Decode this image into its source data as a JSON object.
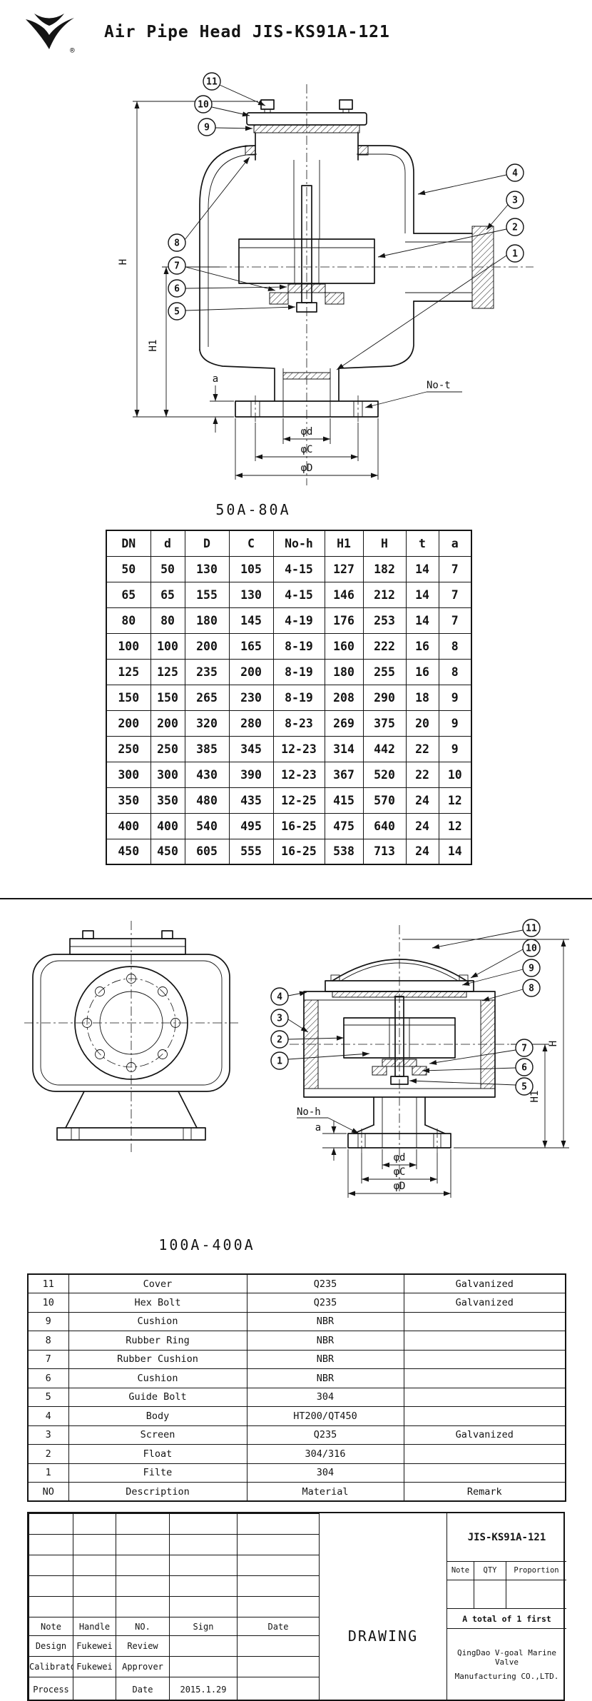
{
  "header": {
    "title": "Air Pipe Head JIS-KS91A-121",
    "registered_mark": "®"
  },
  "drawing_small": {
    "caption": "50A-80A",
    "balloons": [
      "11",
      "10",
      "9",
      "8",
      "7",
      "6",
      "5",
      "4",
      "3",
      "2",
      "1"
    ],
    "dims": {
      "H": "H",
      "H1": "H1",
      "a": "a",
      "no_t": "No-t",
      "phi_d": "φd",
      "phi_C": "φC",
      "phi_D": "φD"
    }
  },
  "dimension_table": {
    "headers": [
      "DN",
      "d",
      "D",
      "C",
      "No-h",
      "H1",
      "H",
      "t",
      "a"
    ],
    "rows": [
      [
        "50",
        "50",
        "130",
        "105",
        "4-15",
        "127",
        "182",
        "14",
        "7"
      ],
      [
        "65",
        "65",
        "155",
        "130",
        "4-15",
        "146",
        "212",
        "14",
        "7"
      ],
      [
        "80",
        "80",
        "180",
        "145",
        "4-19",
        "176",
        "253",
        "14",
        "7"
      ],
      [
        "100",
        "100",
        "200",
        "165",
        "8-19",
        "160",
        "222",
        "16",
        "8"
      ],
      [
        "125",
        "125",
        "235",
        "200",
        "8-19",
        "180",
        "255",
        "16",
        "8"
      ],
      [
        "150",
        "150",
        "265",
        "230",
        "8-19",
        "208",
        "290",
        "18",
        "9"
      ],
      [
        "200",
        "200",
        "320",
        "280",
        "8-23",
        "269",
        "375",
        "20",
        "9"
      ],
      [
        "250",
        "250",
        "385",
        "345",
        "12-23",
        "314",
        "442",
        "22",
        "9"
      ],
      [
        "300",
        "300",
        "430",
        "390",
        "12-23",
        "367",
        "520",
        "22",
        "10"
      ],
      [
        "350",
        "350",
        "480",
        "435",
        "12-25",
        "415",
        "570",
        "24",
        "12"
      ],
      [
        "400",
        "400",
        "540",
        "495",
        "16-25",
        "475",
        "640",
        "24",
        "12"
      ],
      [
        "450",
        "450",
        "605",
        "555",
        "16-25",
        "538",
        "713",
        "24",
        "14"
      ]
    ]
  },
  "drawing_large": {
    "caption": "100A-400A",
    "balloons_top": [
      "11",
      "10",
      "9",
      "8"
    ],
    "balloons_left": [
      "4",
      "3",
      "2",
      "1"
    ],
    "balloons_right": [
      "7",
      "6",
      "5"
    ],
    "dims": {
      "H": "H",
      "H1": "H1",
      "a": "a",
      "no_h": "No-h",
      "phi_d": "φd",
      "phi_C": "φC",
      "phi_D": "φD"
    }
  },
  "parts_table": {
    "rows": [
      [
        "11",
        "Cover",
        "Q235",
        "Galvanized"
      ],
      [
        "10",
        "Hex Bolt",
        "Q235",
        "Galvanized"
      ],
      [
        "9",
        "Cushion",
        "NBR",
        ""
      ],
      [
        "8",
        "Rubber Ring",
        "NBR",
        ""
      ],
      [
        "7",
        "Rubber Cushion",
        "NBR",
        ""
      ],
      [
        "6",
        "Cushion",
        "NBR",
        ""
      ],
      [
        "5",
        "Guide Bolt",
        "304",
        ""
      ],
      [
        "4",
        "Body",
        "HT200/QT450",
        ""
      ],
      [
        "3",
        "Screen",
        "Q235",
        "Galvanized"
      ],
      [
        "2",
        "Float",
        "304/316",
        ""
      ],
      [
        "1",
        "Filte",
        "304",
        ""
      ]
    ],
    "footer": [
      "NO",
      "Description",
      "Material",
      "Remark"
    ]
  },
  "title_block": {
    "drawing_number": "JIS-KS91A-121",
    "drawing_label": "DRAWING",
    "header_row": [
      "Note",
      "Handle",
      "NO.",
      "Sign",
      "Date"
    ],
    "design_label": "Design",
    "design_value": "Fukewei",
    "review_label": "Review",
    "calibrator_label": "Calibrator",
    "calibrator_value": "Fukewei",
    "approver_label": "Approver",
    "process_label": "Process",
    "date_label": "Date",
    "date_value": "2015.1.29",
    "note_label": "Note",
    "qty_label": "QTY",
    "proportion_label": "Proportion",
    "total_note": "A total of 1 first",
    "company_line1": "QingDao V-goal Marine Valve",
    "company_line2": "Manufacturing CO.,LTD."
  }
}
